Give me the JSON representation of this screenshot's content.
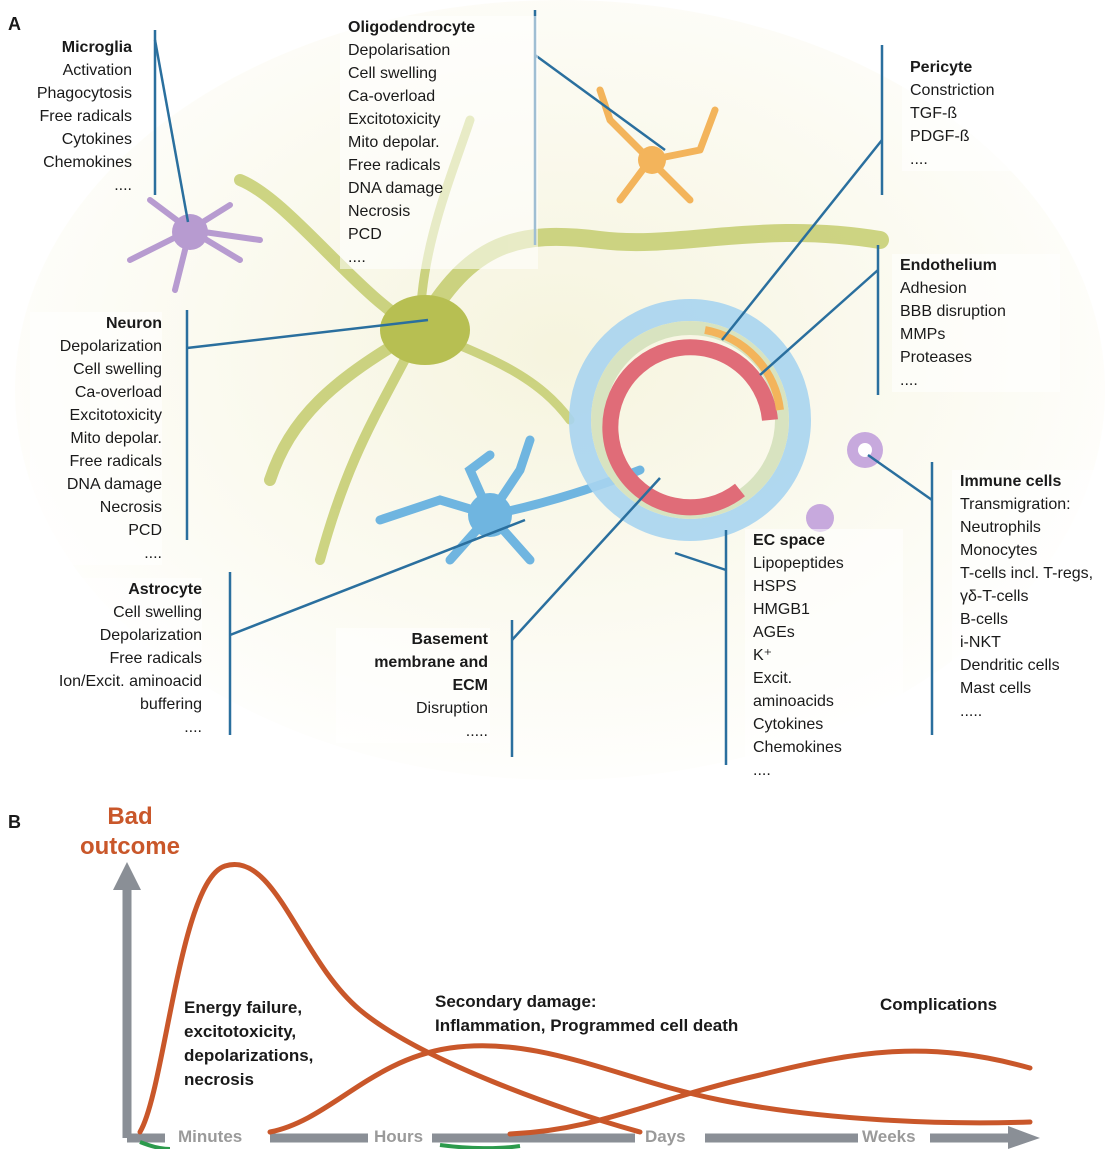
{
  "panel_a": {
    "letter": "A",
    "microglia": {
      "title": "Microglia",
      "items": [
        "Activation",
        "Phagocytosis",
        "Free radicals",
        "Cytokines",
        "Chemokines",
        "...."
      ]
    },
    "oligodendrocyte": {
      "title": "Oligodendrocyte",
      "items": [
        "Depolarisation",
        "Cell swelling",
        "Ca-overload",
        "Excitotoxicity",
        "Mito depolar.",
        "Free radicals",
        "DNA damage",
        "Necrosis",
        "PCD",
        "...."
      ]
    },
    "pericyte": {
      "title": "Pericyte",
      "items": [
        "Constriction",
        "TGF-ß",
        "PDGF-ß",
        "...."
      ]
    },
    "endothelium": {
      "title": "Endothelium",
      "items": [
        "Adhesion",
        "BBB disruption",
        "MMPs",
        "Proteases",
        "...."
      ]
    },
    "neuron": {
      "title": "Neuron",
      "items": [
        "Depolarization",
        "Cell swelling",
        "Ca-overload",
        "Excitotoxicity",
        "Mito depolar.",
        "Free radicals",
        "DNA damage",
        "Necrosis",
        "PCD",
        "...."
      ]
    },
    "immune": {
      "title": "Immune cells",
      "items": [
        "Transmigration:",
        "Neutrophils",
        "Monocytes",
        "T-cells incl. T-regs,",
        "γδ-T-cells",
        "B-cells",
        "i-NKT",
        "Dendritic cells",
        "Mast cells",
        "....."
      ]
    },
    "astrocyte": {
      "title": "Astrocyte",
      "items": [
        "Cell swelling",
        "Depolarization",
        "Free radicals",
        "Ion/Excit. aminoacid",
        "buffering",
        "...."
      ]
    },
    "basement": {
      "title_lines": [
        "Basement",
        "membrane and",
        "ECM"
      ],
      "items": [
        "Disruption",
        "....."
      ]
    },
    "ec_space": {
      "title": "EC space",
      "items": [
        "Lipopeptides",
        "HSPS",
        "HMGB1",
        "AGEs",
        "K⁺",
        "Excit.",
        "aminoacids",
        "Cytokines",
        "Chemokines",
        "...."
      ]
    }
  },
  "panel_b": {
    "letter": "B",
    "y_label_lines": [
      "Bad",
      "outcome"
    ],
    "x_ticks": [
      "Minutes",
      "Hours",
      "Days",
      "Weeks"
    ],
    "phase1_lines": [
      "Energy failure,",
      "excitotoxicity,",
      "depolarizations,",
      "necrosis"
    ],
    "phase2_lines": [
      "Secondary damage:",
      "Inflammation, Programmed cell death"
    ],
    "phase3": "Complications"
  },
  "colors": {
    "curve": "#c9572a",
    "axis": "#8a8f96",
    "connector": "#2a6f9e",
    "neuron": "#c4cc6e",
    "astrocyte": "#6fb5e0",
    "microglia": "#b79bd0",
    "pericyte": "#f3b45b",
    "vessel_red": "#e06c78"
  }
}
